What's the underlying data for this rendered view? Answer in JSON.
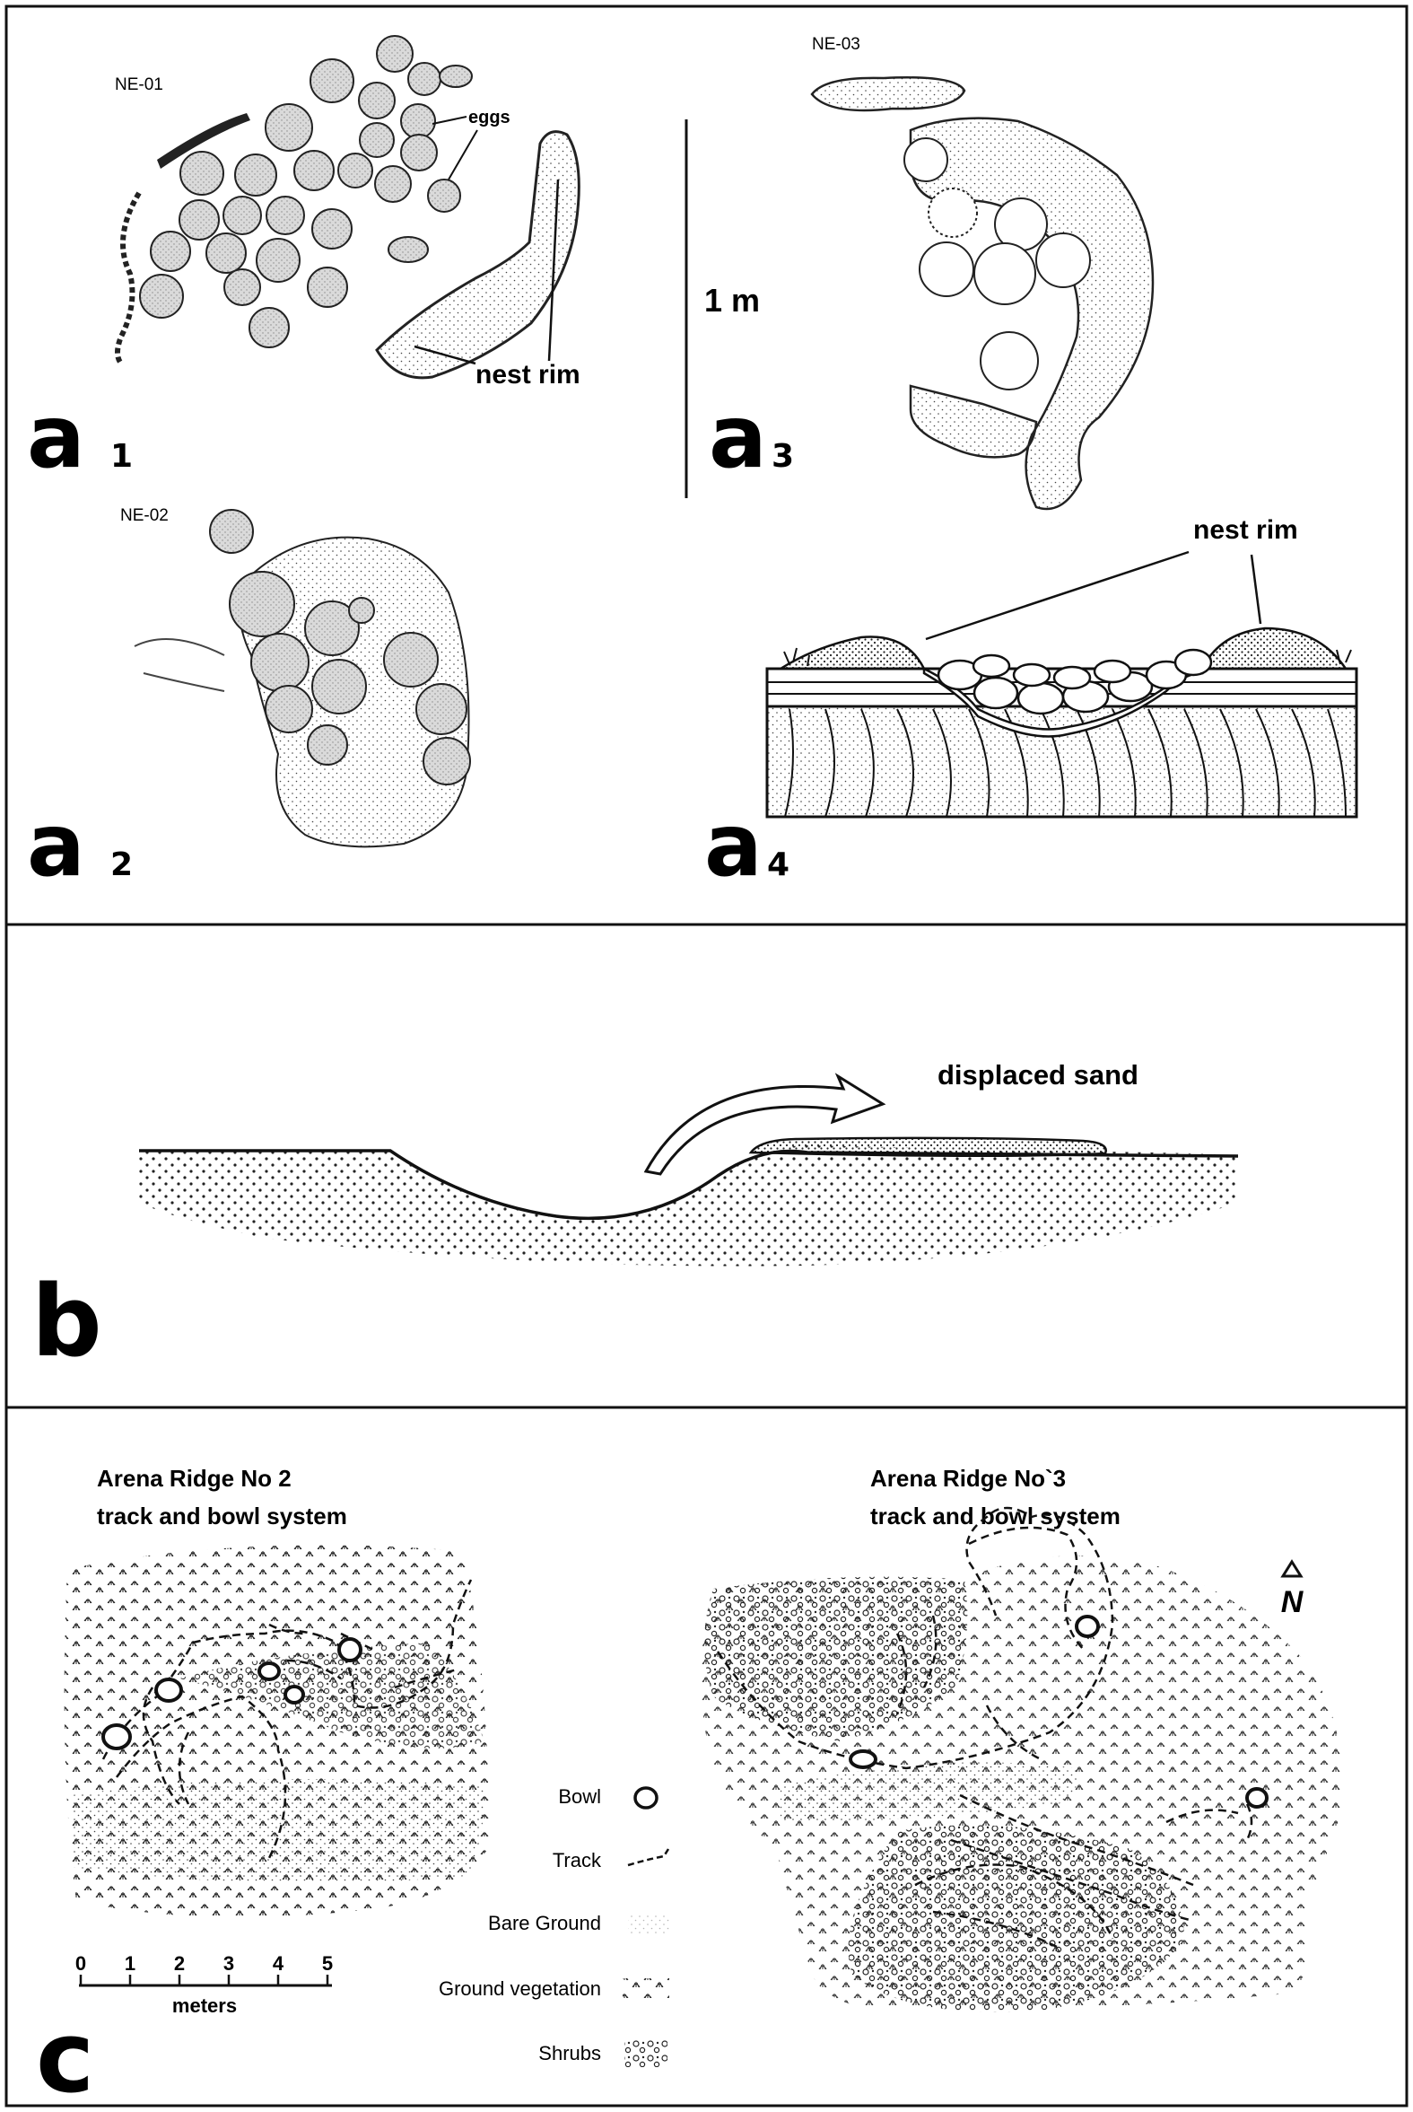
{
  "panel_a": {
    "nest_labels": {
      "ne01": "NE-01",
      "ne02": "NE-02",
      "ne03": "NE-03"
    },
    "annotations": {
      "eggs": "eggs",
      "nest_rim_a1": "nest rim",
      "nest_rim_a4": "nest rim",
      "scale_bar": "1 m"
    },
    "sub_labels": [
      {
        "letter": "a",
        "sub": "1"
      },
      {
        "letter": "a",
        "sub": "2"
      },
      {
        "letter": "a",
        "sub": "3"
      },
      {
        "letter": "a",
        "sub": "4"
      }
    ]
  },
  "panel_b": {
    "label": "b",
    "annotation": "displaced sand"
  },
  "panel_c": {
    "label": "c",
    "map_left": {
      "title_line1": "Arena Ridge No 2",
      "title_line2": "track and bowl system"
    },
    "map_right": {
      "title_line1": "Arena Ridge No`3",
      "title_line2": "track and bowl system"
    },
    "north": "N",
    "legend": [
      {
        "label": "Bowl"
      },
      {
        "label": "Track"
      },
      {
        "label": "Bare Ground"
      },
      {
        "label": "Ground vegetation"
      },
      {
        "label": "Shrubs"
      }
    ],
    "scale": {
      "ticks": [
        "0",
        "1",
        "2",
        "3",
        "4",
        "5"
      ],
      "unit": "meters"
    }
  },
  "colors": {
    "ink": "#111111",
    "stipple": "#333333",
    "egg_fill": "#d4d4d4",
    "background": "#ffffff"
  }
}
